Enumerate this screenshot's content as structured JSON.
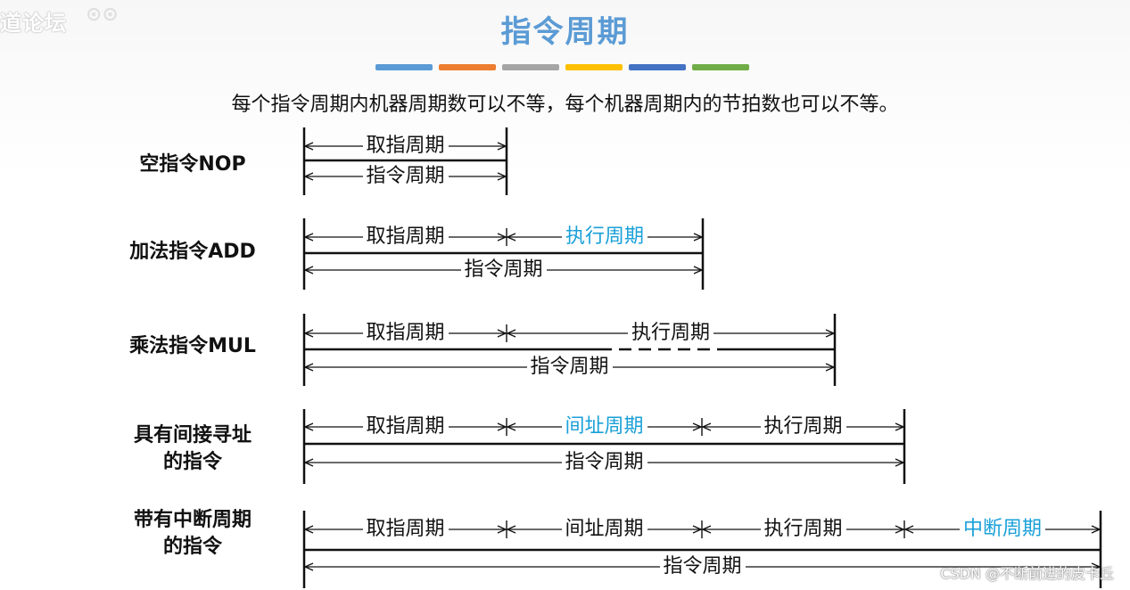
{
  "header": {
    "logo_text": "道论坛",
    "title": "指令周期",
    "colorbar": [
      "#5b9bd5",
      "#ed7d31",
      "#a5a5a5",
      "#ffc000",
      "#4472c4",
      "#70ad47"
    ]
  },
  "subtitle": "每个指令周期内机器周期数可以不等，每个机器周期内的节拍数也可以不等。",
  "labels": {
    "fetch": "取指周期",
    "execute": "执行周期",
    "indirect": "间址周期",
    "interrupt": "中断周期",
    "instruction": "指令周期"
  },
  "rows": [
    {
      "label": "空指令NOP",
      "segments": [
        {
          "type": "fetch"
        }
      ]
    },
    {
      "label": "加法指令ADD",
      "segments": [
        {
          "type": "fetch"
        },
        {
          "type": "execute",
          "accent": true
        }
      ]
    },
    {
      "label": "乘法指令MUL",
      "segments": [
        {
          "type": "fetch"
        },
        {
          "type": "execute",
          "dashed": true
        }
      ]
    },
    {
      "label": "具有间接寻址\n的指令",
      "segments": [
        {
          "type": "fetch"
        },
        {
          "type": "indirect",
          "accent": true
        },
        {
          "type": "execute"
        }
      ]
    },
    {
      "label": "带有中断周期\n的指令",
      "segments": [
        {
          "type": "fetch"
        },
        {
          "type": "indirect"
        },
        {
          "type": "execute"
        },
        {
          "type": "interrupt",
          "accent": true
        }
      ]
    }
  ],
  "watermark": "CSDN @不断前进的皮卡丘"
}
